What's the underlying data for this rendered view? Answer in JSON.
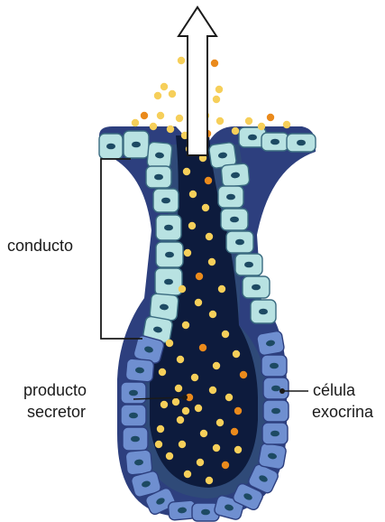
{
  "labels": {
    "duct": "conducto",
    "secretory_product_line1": "producto",
    "secretory_product_line2": "secretor",
    "exocrine_cell_line1": "célula",
    "exocrine_cell_line2": "exocrina"
  },
  "colors": {
    "lumen": "#0d1b3d",
    "inner_layer": "#2f4a78",
    "duct_cell_fill": "#b8e2e2",
    "duct_cell_stroke": "#3a6b80",
    "secretory_cell_fill": "#6f8fd0",
    "secretory_cell_stroke": "#2d3f7e",
    "nucleus": "#1d4a63",
    "granule_yellow": "#f6cf5a",
    "granule_orange": "#ea8a1c",
    "leader_line": "#1a1a1a"
  },
  "icons": {
    "secretion_arrow": "up-arrow-outline"
  }
}
